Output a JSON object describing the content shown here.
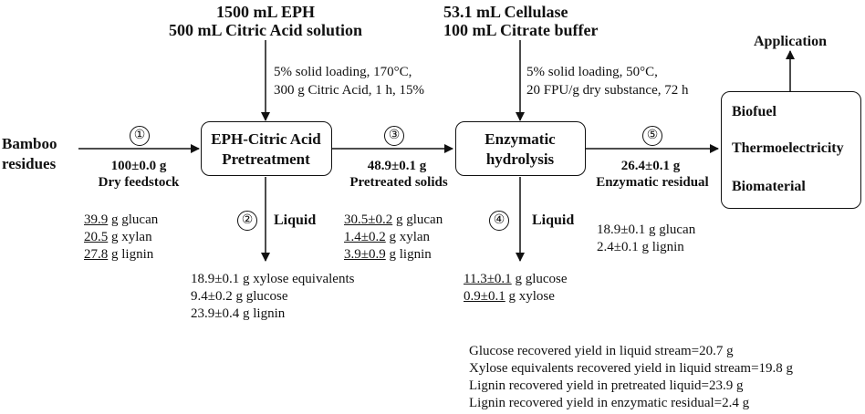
{
  "inputs": {
    "pretreatment": [
      "1500 mL EPH",
      "500 mL Citric Acid solution"
    ],
    "hydrolysis": [
      "53.1 mL Cellulase",
      "100 mL Citrate buffer"
    ]
  },
  "conditions": {
    "pretreatment": [
      "5% solid loading, 170°C,",
      "300 g Citric Acid, 1 h, 15%"
    ],
    "hydrolysis": [
      "5% solid loading, 50°C,",
      "20 FPU/g dry substance, 72 h"
    ]
  },
  "feed": {
    "label_line1": "Bamboo",
    "label_line2": "residues"
  },
  "steps": [
    "①",
    "②",
    "③",
    "④",
    "⑤"
  ],
  "boxes": {
    "pretreatment": [
      "EPH-Citric Acid",
      "Pretreatment"
    ],
    "hydrolysis": [
      "Enzymatic",
      "hydrolysis"
    ],
    "application": [
      "Biofuel",
      "Thermoelectricity",
      "Biomaterial"
    ]
  },
  "application_label": "Application",
  "streams": {
    "feedstock": {
      "mass": "100±0.0 g",
      "name": "Dry feedstock"
    },
    "pretreated": {
      "mass": "48.9±0.1 g",
      "name": "Pretreated solids"
    },
    "residual": {
      "mass": "26.4±0.1 g",
      "name": "Enzymatic residual"
    }
  },
  "liquid_label": "Liquid",
  "compositions": {
    "feedstock": [
      {
        "value": "39.9",
        "unit": " g glucan"
      },
      {
        "value": "20.5",
        "unit": " g xylan"
      },
      {
        "value": "27.8",
        "unit": " g lignin"
      }
    ],
    "pretreated": [
      {
        "value": "30.5±0.2",
        "unit": " g glucan"
      },
      {
        "value": "1.4±0.2",
        "unit": " g xylan"
      },
      {
        "value": "3.9±0.9",
        "unit": " g lignin"
      }
    ],
    "pretreat_liquid": [
      "18.9±0.1 g xylose equivalents",
      "9.4±0.2 g glucose",
      "23.9±0.4 g lignin"
    ],
    "hydro_liquid": [
      {
        "value": "11.3±0.1",
        "unit": " g glucose"
      },
      {
        "value": "0.9±0.1",
        "unit": " g xylose"
      }
    ],
    "residual": [
      "18.9±0.1 g glucan",
      "2.4±0.1 g lignin"
    ]
  },
  "summary": [
    "Glucose recovered yield in liquid stream=20.7 g",
    "Xylose equivalents recovered yield in liquid stream=19.8 g",
    "Lignin recovered yield in pretreated liquid=23.9 g",
    "Lignin recovered yield in enzymatic residual=2.4 g"
  ]
}
